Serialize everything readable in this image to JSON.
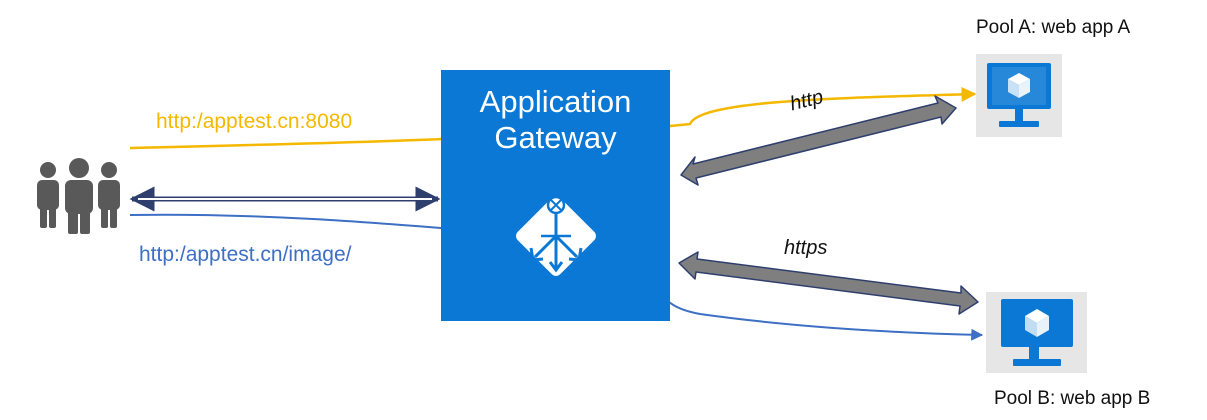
{
  "users": {
    "icon": "users-group-icon",
    "color": "#595959"
  },
  "gateway": {
    "title_line1": "Application",
    "title_line2": "Gateway",
    "icon": "application-gateway-icon",
    "color": "#0a78d4"
  },
  "routes": {
    "port_url": "http:/apptest.cn:8080",
    "port_color": "#f5b800",
    "path_url": "http:/apptest.cn/image/",
    "path_color": "#3d6fc5"
  },
  "backends": {
    "pool_a_label": "Pool A: web app A",
    "pool_b_label": "Pool B: web app B",
    "http_label": "http",
    "https_label": "https",
    "server_icon": "vm-monitor-icon",
    "server_color": "#0a78d4",
    "arrow_color": "#7f7f7f"
  }
}
